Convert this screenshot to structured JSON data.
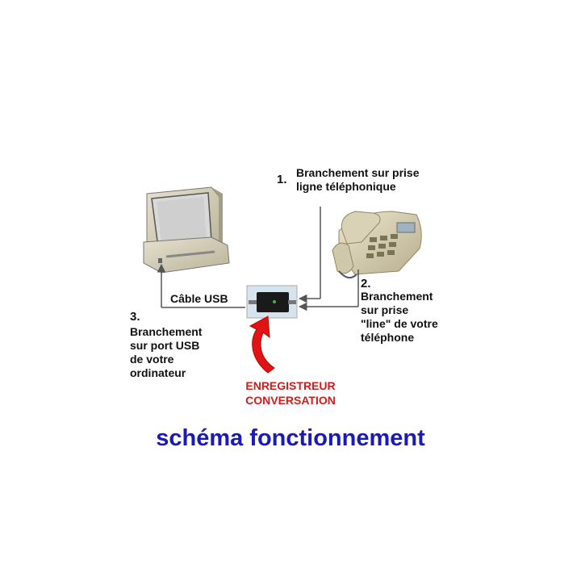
{
  "title": "schéma fonctionnement",
  "steps": {
    "s1": {
      "number": "1.",
      "text": "Branchement sur prise\nligne téléphonique"
    },
    "s2": {
      "number": "2.",
      "text": "Branchement\nsur prise\n\"line\" de votre\ntéléphone"
    },
    "s3": {
      "number": "3.",
      "text": "Branchement\nsur port USB\nde votre\nordinateur"
    }
  },
  "cable_label": "Câble USB",
  "device_label": "ENREGISTREUR\nCONVERSATION",
  "colors": {
    "title": "#1a1ab8",
    "device_label": "#d51a1a",
    "arrow": "#e01414",
    "lines": "#555555"
  }
}
